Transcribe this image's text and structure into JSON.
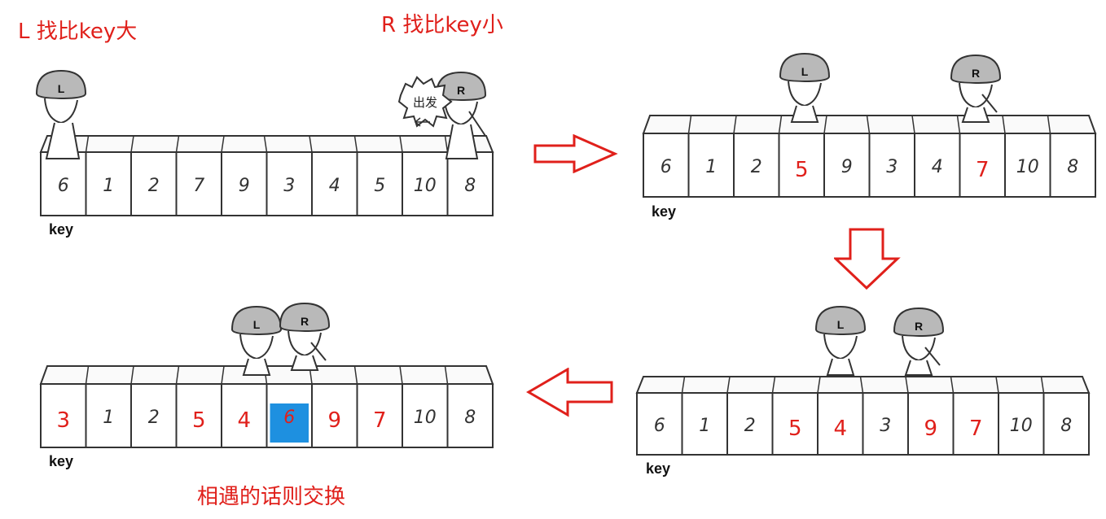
{
  "captions": {
    "left_label": "L 找比key大",
    "right_label": "R 找比key小",
    "meet_swap": "相遇的话则交换"
  },
  "speech_bubble": "出发",
  "pointers": {
    "left": "L",
    "right": "R"
  },
  "key_label": "key",
  "colors": {
    "red": "#e0201b",
    "blue_highlight": "#1e90e0",
    "ink": "#333333"
  },
  "panels": [
    {
      "id": "step1",
      "cells": [
        "6",
        "1",
        "2",
        "7",
        "9",
        "3",
        "4",
        "5",
        "10",
        "8"
      ],
      "red": []
    },
    {
      "id": "step2",
      "cells": [
        "6",
        "1",
        "2",
        "5",
        "9",
        "3",
        "4",
        "7",
        "10",
        "8"
      ],
      "red": [
        3,
        7
      ]
    },
    {
      "id": "step3",
      "cells": [
        "6",
        "1",
        "2",
        "5",
        "4",
        "3",
        "9",
        "7",
        "10",
        "8"
      ],
      "red": [
        3,
        4,
        6,
        7
      ]
    },
    {
      "id": "step4",
      "cells": [
        "3",
        "1",
        "2",
        "5",
        "4",
        "6",
        "9",
        "7",
        "10",
        "8"
      ],
      "red": [
        0,
        3,
        4,
        6,
        7
      ],
      "highlight": 5
    }
  ]
}
